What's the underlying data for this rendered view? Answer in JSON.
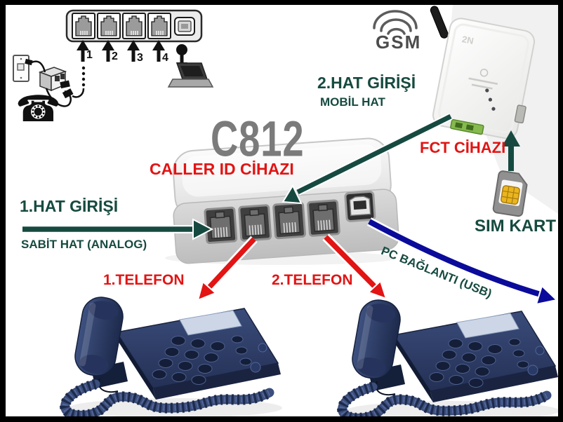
{
  "colors": {
    "teal": "#164a40",
    "red": "#e21414",
    "navy": "#0b0b9b",
    "model_gray": "#7b7b7b"
  },
  "panel_illustration": {
    "port_numbers": [
      "1",
      "2",
      "3",
      "4"
    ]
  },
  "gsm_label": "GSM",
  "line1": {
    "title": "1.HAT GİRİŞİ",
    "subtitle": "SABİT HAT (ANALOG)"
  },
  "line2": {
    "title": "2.HAT GİRİŞİ",
    "subtitle": "MOBİL HAT"
  },
  "device": {
    "model": "C812",
    "description": "CALLER ID CİHAZI"
  },
  "fct": {
    "label": "FCT CİHAZI",
    "logo": "2N"
  },
  "sim_label": "SIM KART",
  "phone1_label": "1.TELEFON",
  "phone2_label": "2.TELEFON",
  "pc_label": "PC BAĞLANTI (USB)"
}
